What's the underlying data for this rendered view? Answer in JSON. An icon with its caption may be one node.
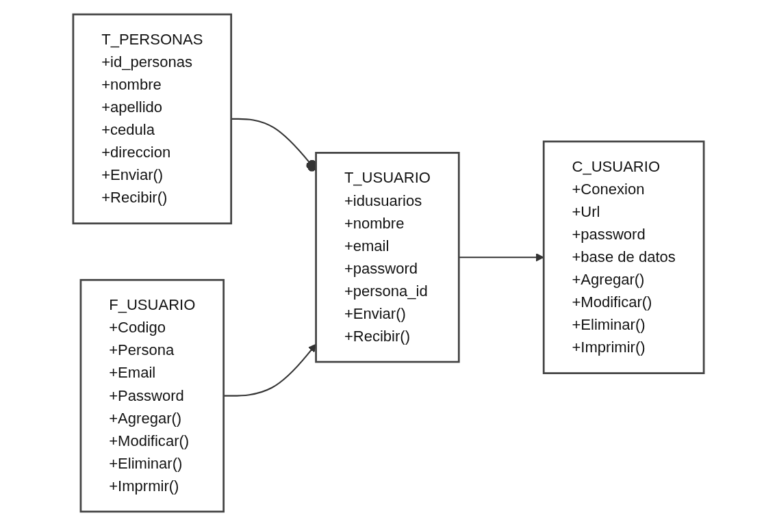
{
  "diagram": {
    "nodes": [
      {
        "text": [
          "T_PERSONAS",
          "+id_personas",
          "+nombre",
          "+apellido",
          "+cedula",
          "+direccion",
          "+Enviar()",
          "+Recibir()"
        ]
      },
      {
        "text": [
          "F_USUARIO",
          "+Codigo",
          "+Persona",
          "+Email",
          "+Password",
          "+Agregar()",
          "+Modificar()",
          "+Eliminar()",
          "+Imprmir()"
        ]
      },
      {
        "text": [
          "T_USUARIO",
          "+idusuarios",
          "+nombre",
          "+email",
          "+password",
          "+persona_id",
          "+Enviar()",
          "+Recibir()"
        ]
      },
      {
        "text": [
          "C_USUARIO",
          "+Conexion",
          "+Url",
          "+password",
          "+base de datos",
          "+Agregar()",
          "+Modificar()",
          "+Eliminar()",
          "+Imprimir()"
        ]
      }
    ],
    "edges": [
      {
        "from": 0,
        "to": 2,
        "arrow": "other"
      },
      {
        "from": 1,
        "to": 2,
        "arrow": "to"
      },
      {
        "from": 2,
        "to": 3,
        "arrow": "to"
      }
    ]
  }
}
